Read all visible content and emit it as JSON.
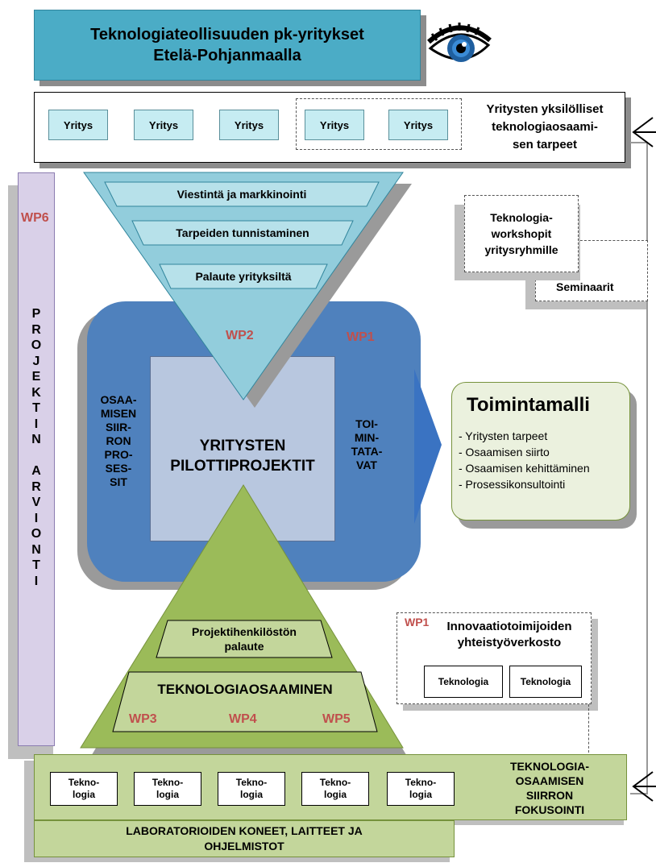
{
  "header": {
    "title_line1": "Teknologiateollisuuden pk-yritykset",
    "title_line2": "Etelä-Pohjanmaalla",
    "eye_icon": "eye-icon"
  },
  "companies": {
    "items": [
      "Yritys",
      "Yritys",
      "Yritys",
      "Yritys",
      "Yritys"
    ],
    "needs_label": "Yritysten yksilölliset\nteknologiaosaami-\nsen tarpeet"
  },
  "wp6": {
    "label": "WP6",
    "vertical_text": [
      "P",
      "R",
      "O",
      "J",
      "E",
      "K",
      "T",
      "I",
      "N",
      "",
      "A",
      "R",
      "V",
      "I",
      "O",
      "N",
      "T",
      "I"
    ]
  },
  "funnel": {
    "steps": [
      "Viestintä ja markkinointi",
      "Tarpeiden tunnistaminen",
      "Palaute yrityksiltä"
    ],
    "wp2": "WP2"
  },
  "workshops": {
    "label": "Teknologia-\nworkshopit\nyritysryhmille",
    "seminars": "Seminaarit"
  },
  "center": {
    "wp1": "WP1",
    "left_text": "OSAA-\nMISEN\nSIIR-\nRON\nPRO-\nSES-\nSIT",
    "title": "YRITYSTEN\nPILOTTIPROJEKTIT",
    "right_text": "TOI-\nMIN-\nTATA-\nVAT"
  },
  "toimintamalli": {
    "title": "Toimintamalli",
    "items": [
      "- Yritysten tarpeet",
      "- Osaamisen siirto",
      "- Osaamisen kehittäminen",
      "- Prosessikonsultointi"
    ]
  },
  "pyramid": {
    "feedback": "Projektihenkilöstön\npalaute",
    "title": "TEKNOLOGIAOSAAMINEN",
    "wps": [
      "WP3",
      "WP4",
      "WP5"
    ]
  },
  "network": {
    "wp1": "WP1",
    "title": "Innovaatiotoimijoiden\nyhteistyöverkosto",
    "items": [
      "Teknologia",
      "Teknologia"
    ]
  },
  "bottom": {
    "items": [
      "Tekno-\nlogia",
      "Tekno-\nlogia",
      "Tekno-\nlogia",
      "Tekno-\nlogia",
      "Tekno-\nlogia"
    ],
    "focus_label": "TEKNOLOGIA-\nOSAAMISEN\nSIIRRON\nFOKUSOINTI",
    "labs_label": "LABORATORIOIDEN KONEET, LAITTEET JA\nOHJELMISTOT"
  },
  "colors": {
    "header_fill": "#4bacc6",
    "funnel_fill": "#92cddc",
    "center_blue": "#4f81bd",
    "center_inner": "#b8c7df",
    "pyramid_fill": "#9bbb59",
    "green_box": "#c3d69b",
    "wp_red": "#c0504d",
    "wp6_fill": "#d9d0e8",
    "toimintamalli_fill": "#ebf1de"
  }
}
